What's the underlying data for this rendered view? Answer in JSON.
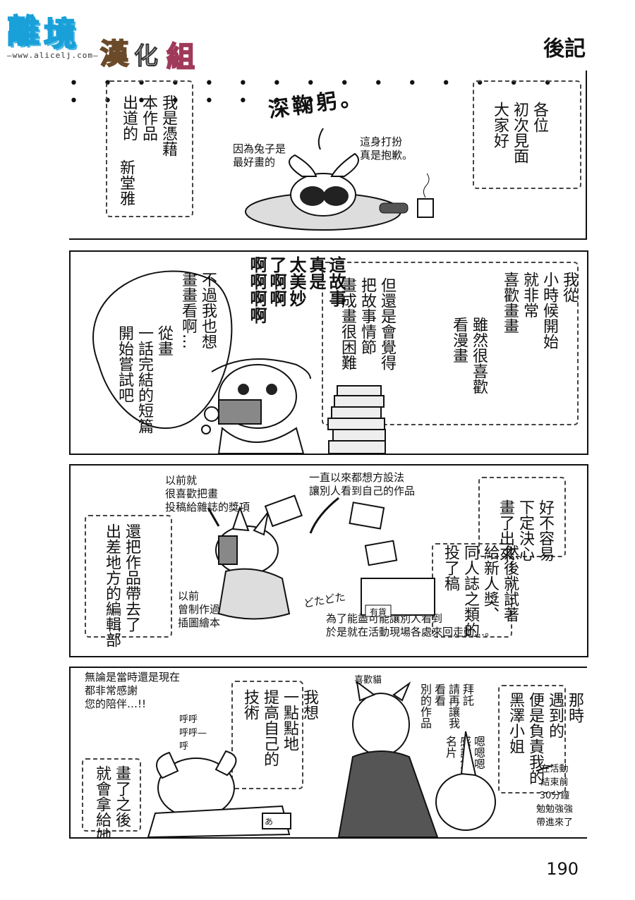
{
  "logo": {
    "chars": [
      "離",
      "境",
      "漢",
      "化",
      "組"
    ],
    "url": "—www.alicelj.com—"
  },
  "header": {
    "title": "後記"
  },
  "panel1": {
    "greeting": "各位\n初次見面\n大家好",
    "intro": "我是憑藉\n本作品\n出道的",
    "author": "新堂雅",
    "bow": "深鞠躬。",
    "note_left": "因為兔子是\n最好畫的",
    "note_right": "這身打扮\n真是抱歉。"
  },
  "panel2": {
    "childhood": "我從\n小時候開始\n就非常\n喜歡畫畫",
    "manga": "雖然很喜歡\n看漫畫",
    "difficult": "但還是會覺得\n把故事情節\n畫成畫很困難",
    "exclaim": "這故事\n真是\n太美妙\n了啊啊\n啊啊啊啊",
    "thought1": "不過我也想\n畫畫看啊…",
    "thought2": "從畫\n一話完結的短篇\n開始嘗試吧"
  },
  "panel3": {
    "decided": "好不容易\n下定決心\n畫了出來",
    "submitted": "然後就試著\n給新人獎、\n同人誌之類的\n投了稿",
    "editor": "還把作品帶去了\n出差地方的編輯部",
    "note_top_left": "以前就\n很喜歡把畫\n投稿給雜誌的獎項",
    "note_top_right": "一直以來都想方設法\n讓別人看到自己的作品",
    "note_bottom_left": "以前\n曾制作過\n插圖繪本",
    "box_label": "有貨",
    "sfx": "どたどた",
    "caption": "為了能盡可能讓別人看到\n於是就在活動現場各處來回走動…。"
  },
  "panel4": {
    "thanks": "無論是當時還是現在\n都非常感謝\n您的陪伴…!!",
    "improve": "我想\n一點點地\n提高自己的\n技術",
    "give": "畫了之後\n就會拿給她看",
    "puff": "呼呼\n呼呼—\n呼",
    "paper": "あ",
    "met": "那時\n遇到的\n便是負責我的\n黑澤小姐",
    "likes_cats": "喜歡貓",
    "please_look": "拜託\n請再讓我\n看看\n別的作品",
    "card": "嗯嗯嗯\n感謝您的\n名片",
    "thirty_min": "在活動\n結束前\n30分鐘\n勉勉強強\n帶進來了"
  },
  "page_number": "190"
}
